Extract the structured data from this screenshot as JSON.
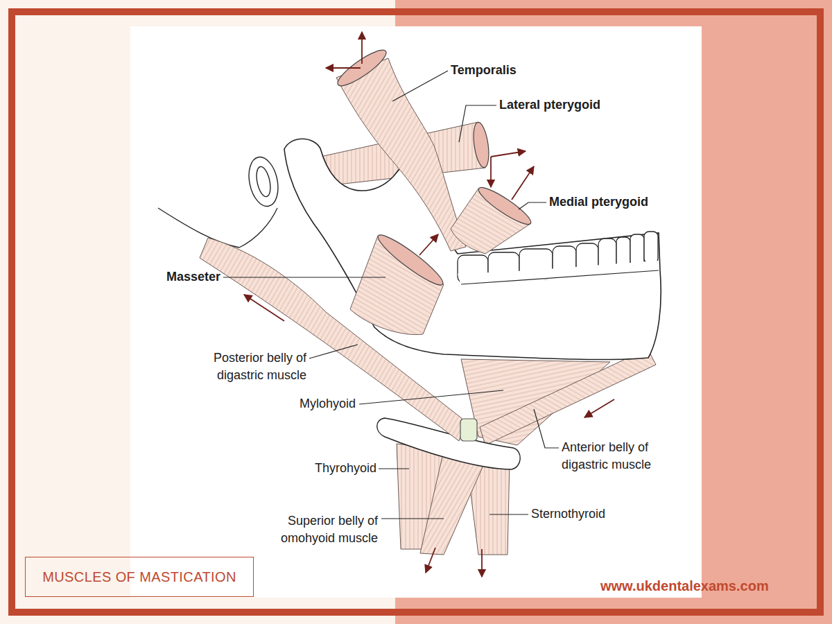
{
  "diagram": {
    "title": "MUSCLES OF MASTICATION",
    "labels": [
      "Temporalis",
      "Lateral pterygoid",
      "Medial pterygoid",
      "Masseter",
      "Posterior belly of digastric muscle",
      "Mylohyoid",
      "Anterior belly of digastric muscle",
      "Thyrohyoid",
      "Superior belly of omohyoid muscle",
      "Sternothyroid",
      "www.ukdentalexams.com"
    ]
  }
}
